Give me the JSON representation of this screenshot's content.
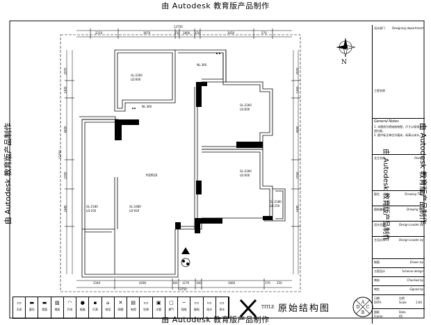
{
  "watermark": "由 Autodesk 教育版产品制作",
  "plan": {
    "dims_top_total": "13750",
    "dims_top": [
      "2210",
      "3670",
      "250",
      "1800",
      "250",
      "3050",
      "570"
    ],
    "dims_bottom_total": "13750",
    "dims_bottom": [
      "2340",
      "4280",
      "300",
      "1270",
      "300",
      "3060",
      "170",
      "250"
    ],
    "dims_left": [
      "2970",
      "1400",
      "4690",
      "2350",
      "2480"
    ],
    "dims_left_total": "13750",
    "dims_right": [
      "2970",
      "1400",
      "4690",
      "2350",
      "2480"
    ],
    "rooms": [
      {
        "label1": "GL:2260",
        "label2": "LD:600"
      },
      {
        "label1": "NL:360",
        "label2": ""
      },
      {
        "label1": "NL:360",
        "label2": ""
      },
      {
        "label1": "GL:2260",
        "label2": "LD:600"
      },
      {
        "label1": "GL:2260",
        "label2": "LD:600"
      },
      {
        "label1": "GL:1680",
        "label2": "LD:920"
      },
      {
        "label1": "GL:2180",
        "label2": "LD:250"
      },
      {
        "label1": "GL:2180",
        "label2": "LD:250"
      }
    ],
    "living_label": "H2610"
  },
  "compass": {
    "north": "N"
  },
  "title_block": {
    "design_dept_label": "设计部门",
    "design_dept_value": "Designing department",
    "project_label": "工程名称",
    "notes_title": "General Notes",
    "notes": [
      "1. 本图纸为原始结构图，尺寸以现场实测为准。",
      "2. 图中标注单位为毫米，标高以米计。"
    ],
    "owner_label": "业主名称",
    "owner_value": "Owner",
    "drawing_title_label": "图名",
    "drawing_title_value": "Drawing Title",
    "drawing_no_label": "图纸编号",
    "drawing_no_value": "Drawing NO",
    "design_leader_label": "设计总监",
    "design_leader_value": "Design Leader by",
    "designer_label": "主设计师",
    "designer_value": "Design Leader by",
    "drawn_label": "制图",
    "drawn_value": "Drawn by",
    "scheme_label": "方案设计",
    "scheme_value": "Scheme design",
    "checked_label": "审核",
    "checked_value": "Checked by",
    "signed_label": "审定",
    "signed_value": "Signed by",
    "date_label": "日期",
    "date_en": "DATA",
    "scale_label": "比例",
    "scale_en": "Scale",
    "scale_value": "1:60",
    "frame_label": "图框",
    "frame_en": "Frame",
    "page_label": "Data",
    "page_value": "05"
  },
  "drawing_title": "原始结构图",
  "drawing_title_en": "TITLE",
  "legend": [
    {
      "label": "天花",
      "symbol": "▭"
    },
    {
      "label": "窗台",
      "symbol": "▬"
    },
    {
      "label": "墙面",
      "symbol": "▬"
    },
    {
      "label": "地面",
      "symbol": "▨"
    },
    {
      "label": "开关",
      "symbol": "◠"
    },
    {
      "label": "插座",
      "symbol": "●"
    },
    {
      "label": "灯具",
      "symbol": "▪"
    },
    {
      "label": "电话",
      "symbol": "⌂"
    },
    {
      "label": "网络",
      "symbol": "✕"
    },
    {
      "label": "电视",
      "symbol": "▤"
    },
    {
      "label": "空调",
      "symbol": "▭"
    },
    {
      "label": "水管",
      "symbol": "▣"
    },
    {
      "label": "燃气",
      "symbol": "▢"
    },
    {
      "label": "强电",
      "symbol": "─"
    },
    {
      "label": "弱电",
      "symbol": "▭"
    },
    {
      "label": "给水",
      "symbol": "▭"
    },
    {
      "label": "排水",
      "symbol": "▭"
    }
  ]
}
